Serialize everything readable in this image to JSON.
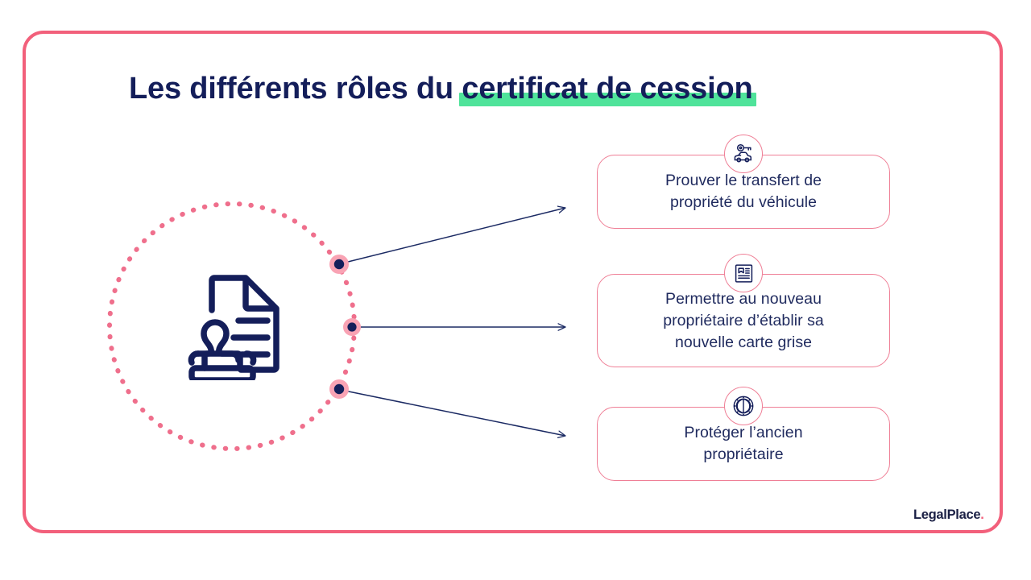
{
  "slide": {
    "title_prefix": "Les différents rôles du ",
    "title_highlight": "certificat de cession",
    "frame_color": "#f2607b",
    "title_color": "#141e5a",
    "highlight_color": "#4fe39a",
    "card_border_color": "#ef7f96",
    "card_text_color": "#1f2a5e",
    "connector_color": "#1b2a63",
    "node_halo_color": "#f9a3b4",
    "node_core_color": "#141e5a",
    "dotted_circle_color": "#ef6f8c"
  },
  "center": {
    "icon_name": "stamped-document-icon",
    "icon_color": "#141e5a"
  },
  "cards": [
    {
      "id": "card-1",
      "icon_name": "car-key-icon",
      "text": "Prouver le transfert de\npropriété du véhicule"
    },
    {
      "id": "card-2",
      "icon_name": "document-article-icon",
      "text": "Permettre au nouveau\npropriétaire d’établir  sa\nnouvelle carte grise"
    },
    {
      "id": "card-3",
      "icon_name": "shield-seal-icon",
      "text": "Protéger l’ancien\npropriétaire"
    }
  ],
  "logo": {
    "name": "LegalPlace",
    "dot": "."
  }
}
